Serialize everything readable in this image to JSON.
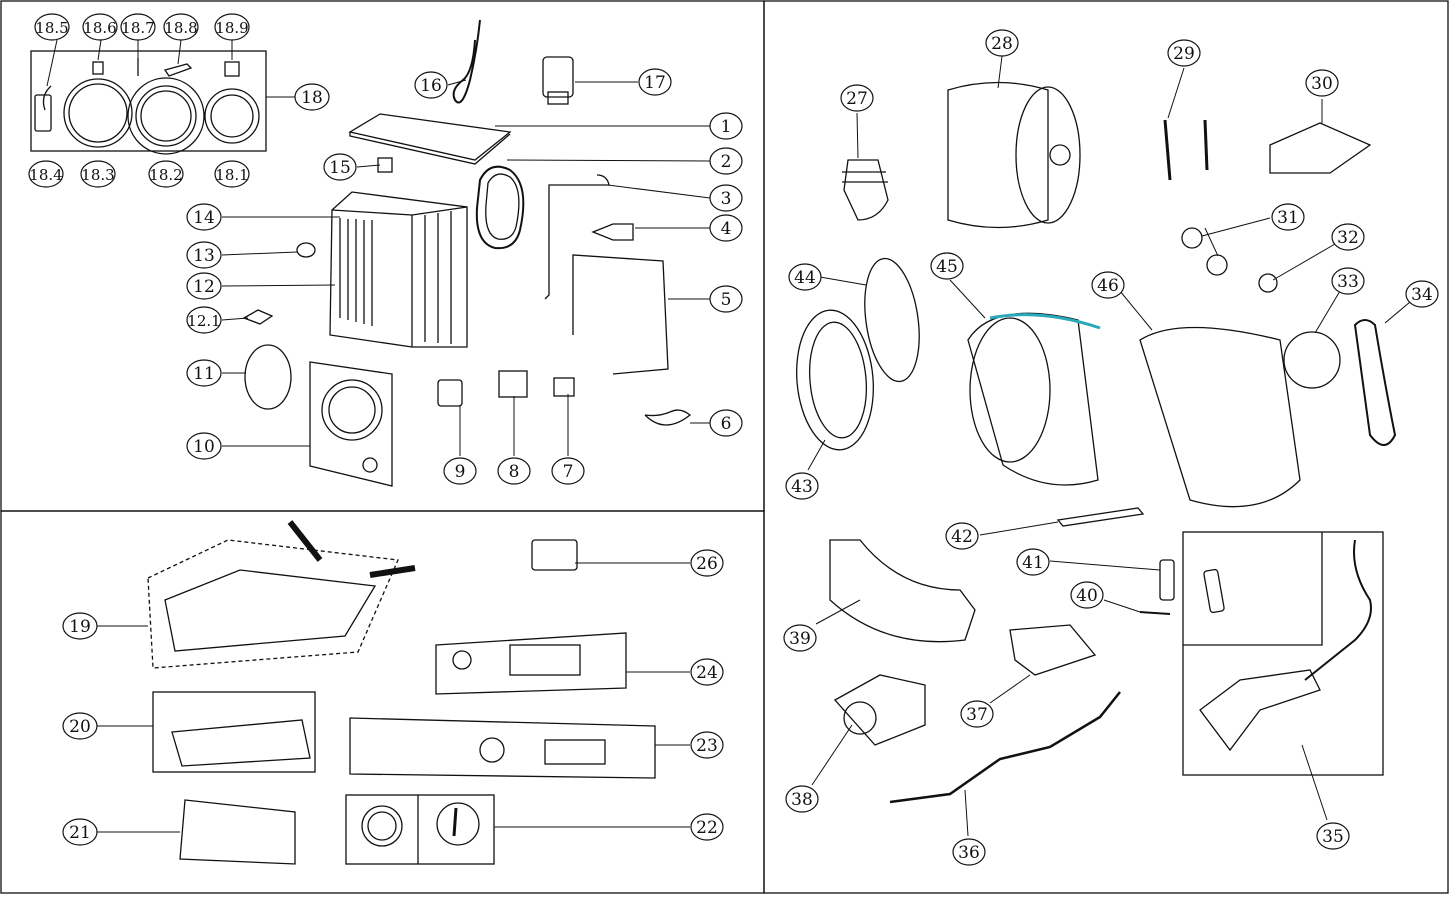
{
  "callouts": [
    {
      "label": "18.5"
    },
    {
      "label": "18.6"
    },
    {
      "label": "18.7"
    },
    {
      "label": "18.8"
    },
    {
      "label": "18.9"
    },
    {
      "label": "18.4"
    },
    {
      "label": "18.3"
    },
    {
      "label": "18.2"
    },
    {
      "label": "18.1"
    },
    {
      "label": "18"
    },
    {
      "label": "16"
    },
    {
      "label": "17"
    },
    {
      "label": "1"
    },
    {
      "label": "2"
    },
    {
      "label": "15"
    },
    {
      "label": "3"
    },
    {
      "label": "14"
    },
    {
      "label": "4"
    },
    {
      "label": "13"
    },
    {
      "label": "12"
    },
    {
      "label": "5"
    },
    {
      "label": "12.1"
    },
    {
      "label": "11"
    },
    {
      "label": "10"
    },
    {
      "label": "6"
    },
    {
      "label": "9"
    },
    {
      "label": "8"
    },
    {
      "label": "7"
    },
    {
      "label": "26"
    },
    {
      "label": "19"
    },
    {
      "label": "24"
    },
    {
      "label": "20"
    },
    {
      "label": "23"
    },
    {
      "label": "21"
    },
    {
      "label": "22"
    },
    {
      "label": "28"
    },
    {
      "label": "29"
    },
    {
      "label": "30"
    },
    {
      "label": "27"
    },
    {
      "label": "31"
    },
    {
      "label": "32"
    },
    {
      "label": "44"
    },
    {
      "label": "45"
    },
    {
      "label": "46"
    },
    {
      "label": "33"
    },
    {
      "label": "34"
    },
    {
      "label": "43"
    },
    {
      "label": "42"
    },
    {
      "label": "41"
    },
    {
      "label": "40"
    },
    {
      "label": "39"
    },
    {
      "label": "37"
    },
    {
      "label": "38"
    },
    {
      "label": "36"
    },
    {
      "label": "35"
    }
  ],
  "accent_color": "#2aa9b8"
}
